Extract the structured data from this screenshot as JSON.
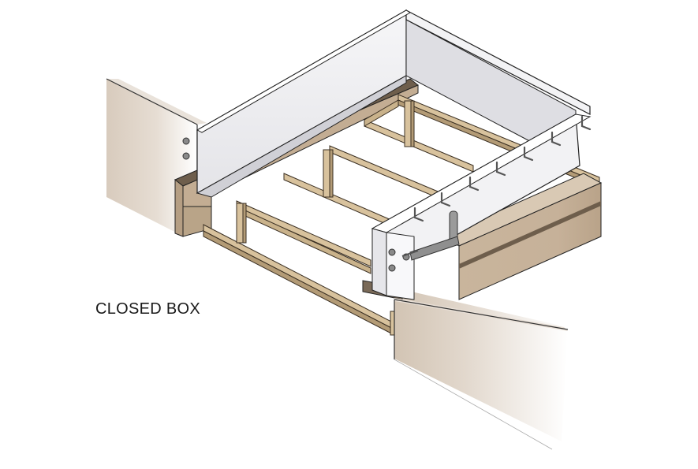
{
  "diagram": {
    "caption": "CLOSED BOX",
    "colors": {
      "wood_face": "#c8b49c",
      "wood_top": "#d9c9b4",
      "wood_dark": "#8e7a64",
      "framing": "#d8c29d",
      "framing_dark": "#b39b76",
      "form_white": "#f1f1f3",
      "form_shade": "#dcdce0",
      "outline": "#222222",
      "concrete_band": "#6e5e4c"
    },
    "parts": [
      "wall-left",
      "wall-front",
      "wood-beam",
      "framing-joists",
      "closed-box-form",
      "anchor-hooks",
      "bolts"
    ]
  }
}
